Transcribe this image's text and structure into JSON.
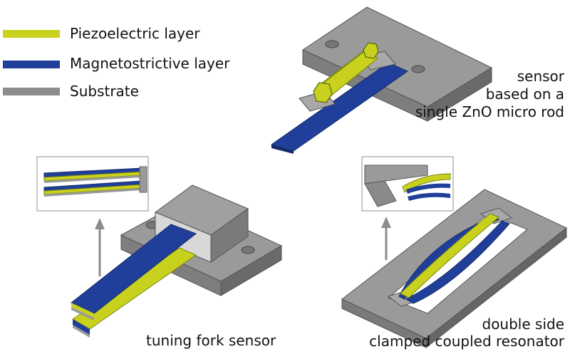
{
  "legend": {
    "items": [
      {
        "label": "Piezoelectric layer",
        "color": "#c8d21e"
      },
      {
        "label": "Magnetostrictive layer",
        "color": "#1f3f9a"
      },
      {
        "label": "Substrate",
        "color": "#8c8c8c"
      }
    ]
  },
  "captions": {
    "rod_line1": "sensor",
    "rod_line2": "based on a",
    "rod_line3": "single ZnO micro rod",
    "fork": "tuning fork sensor",
    "clamped_line1": "double side",
    "clamped_line2": "clamped coupled resonator"
  },
  "colors": {
    "piezo": "#c8d21e",
    "piezo_dark": "#9aa414",
    "magneto": "#1f3f9a",
    "magneto_dark": "#142a6a",
    "substrate_top": "#9a9a9a",
    "substrate_side": "#7a7a7a",
    "substrate_dark": "#666666",
    "inset_border": "#8c8c8c",
    "arrow": "#8c8c8c"
  }
}
